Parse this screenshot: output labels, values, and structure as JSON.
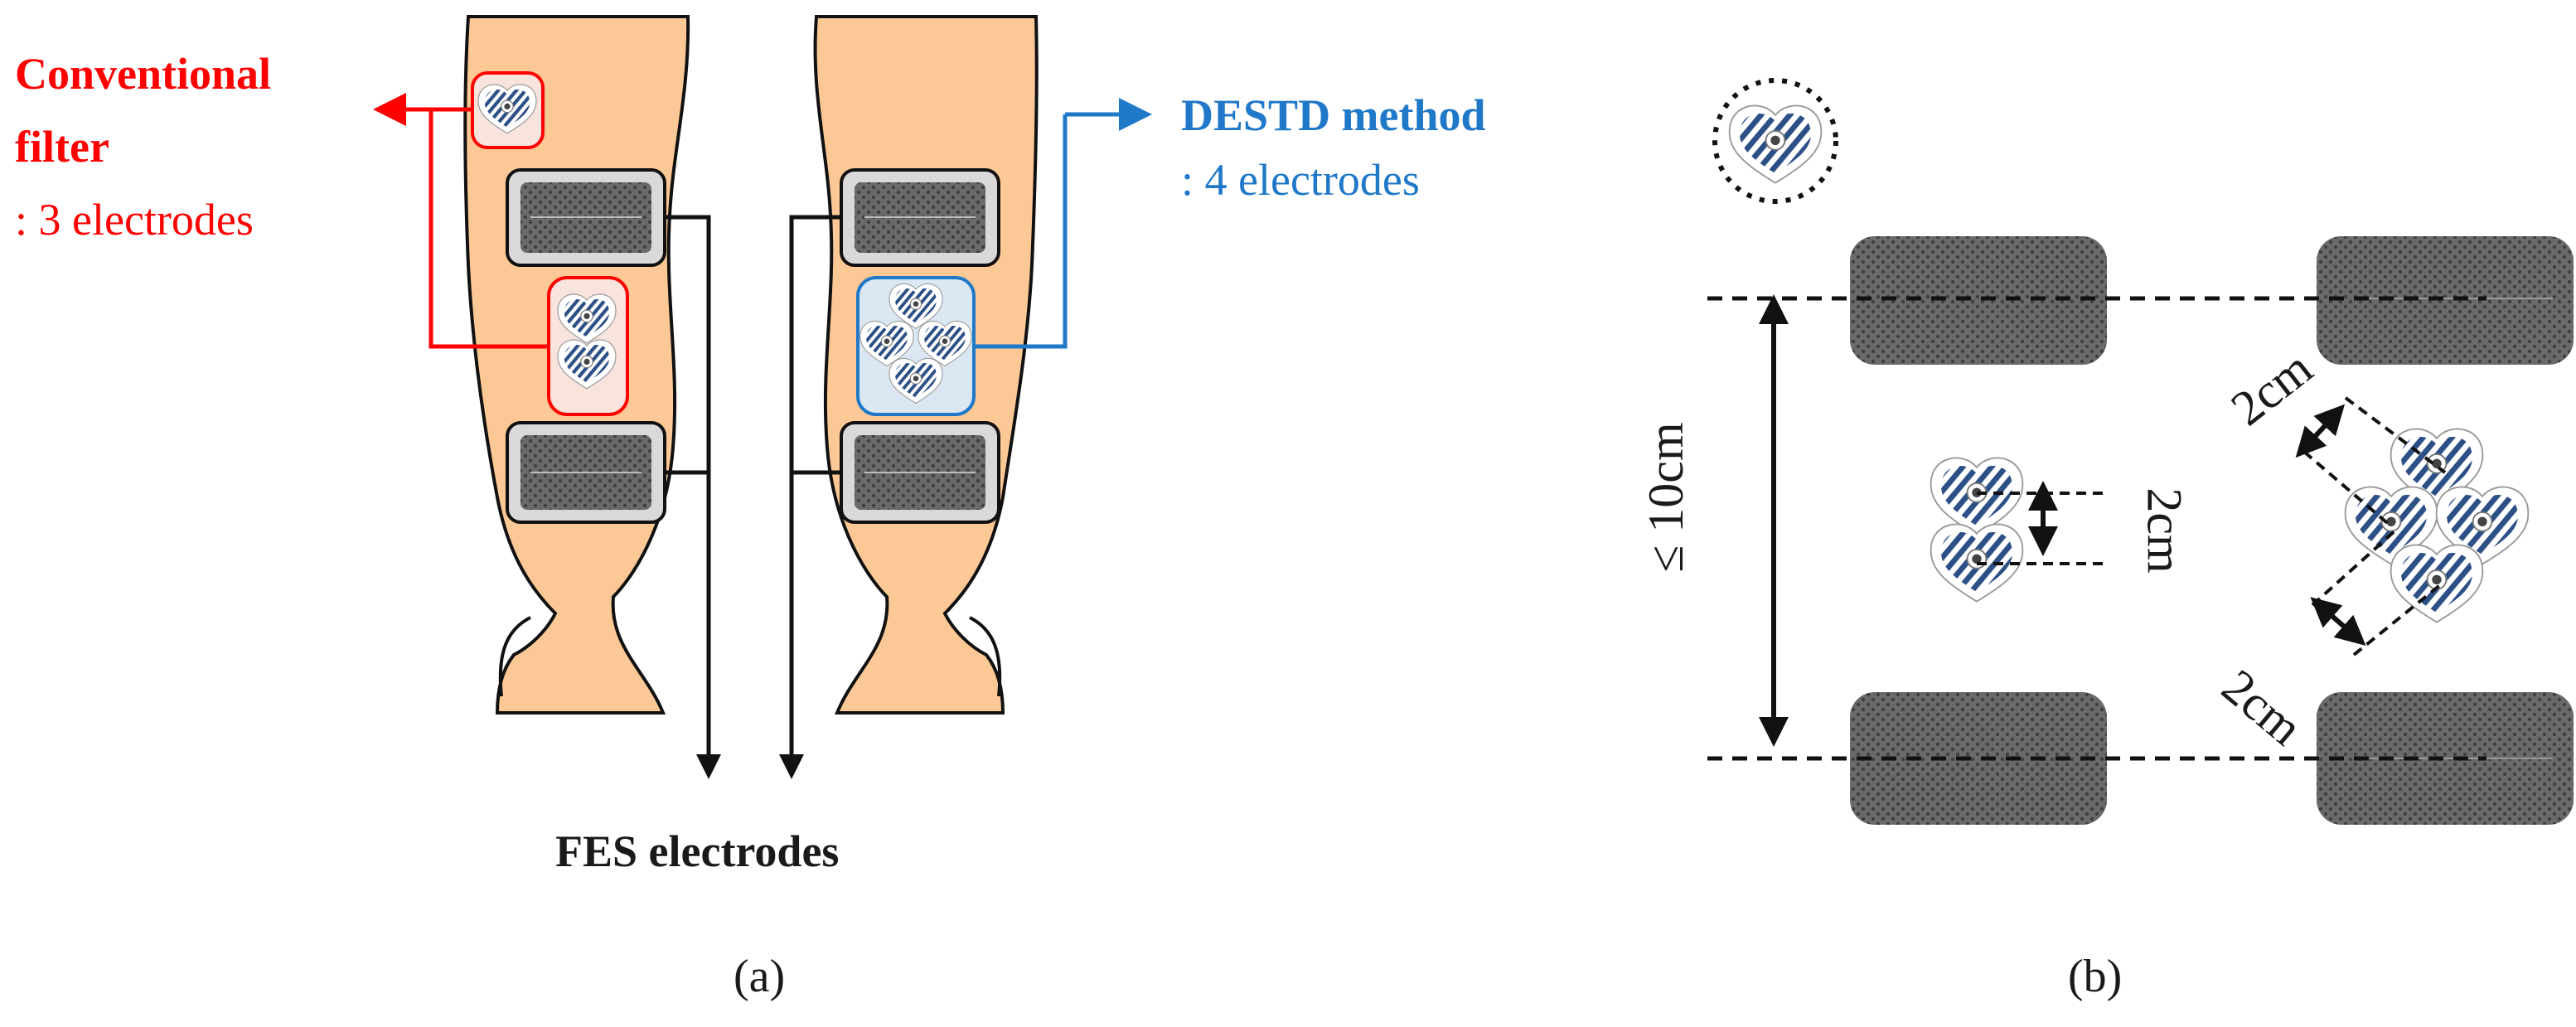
{
  "panel_a": {
    "conventional_title_1": "Conventional",
    "conventional_title_2": "filter",
    "conventional_sub": ": 3 electrodes",
    "destd_title": "DESTD method",
    "destd_sub": ": 4 electrodes",
    "fes_label": "FES electrodes",
    "caption": "(a)"
  },
  "panel_b": {
    "dist_vertical": "≤ 10cm",
    "dist_pair": "2cm",
    "dist_upper": "2cm",
    "dist_lower": "2cm",
    "caption": "(b)"
  },
  "colors": {
    "skin": "#fcc996",
    "red": "#ff0000",
    "blue": "#1f78c8",
    "pad": "#6e6e6e",
    "electrode_blue": "#2c4f86"
  }
}
